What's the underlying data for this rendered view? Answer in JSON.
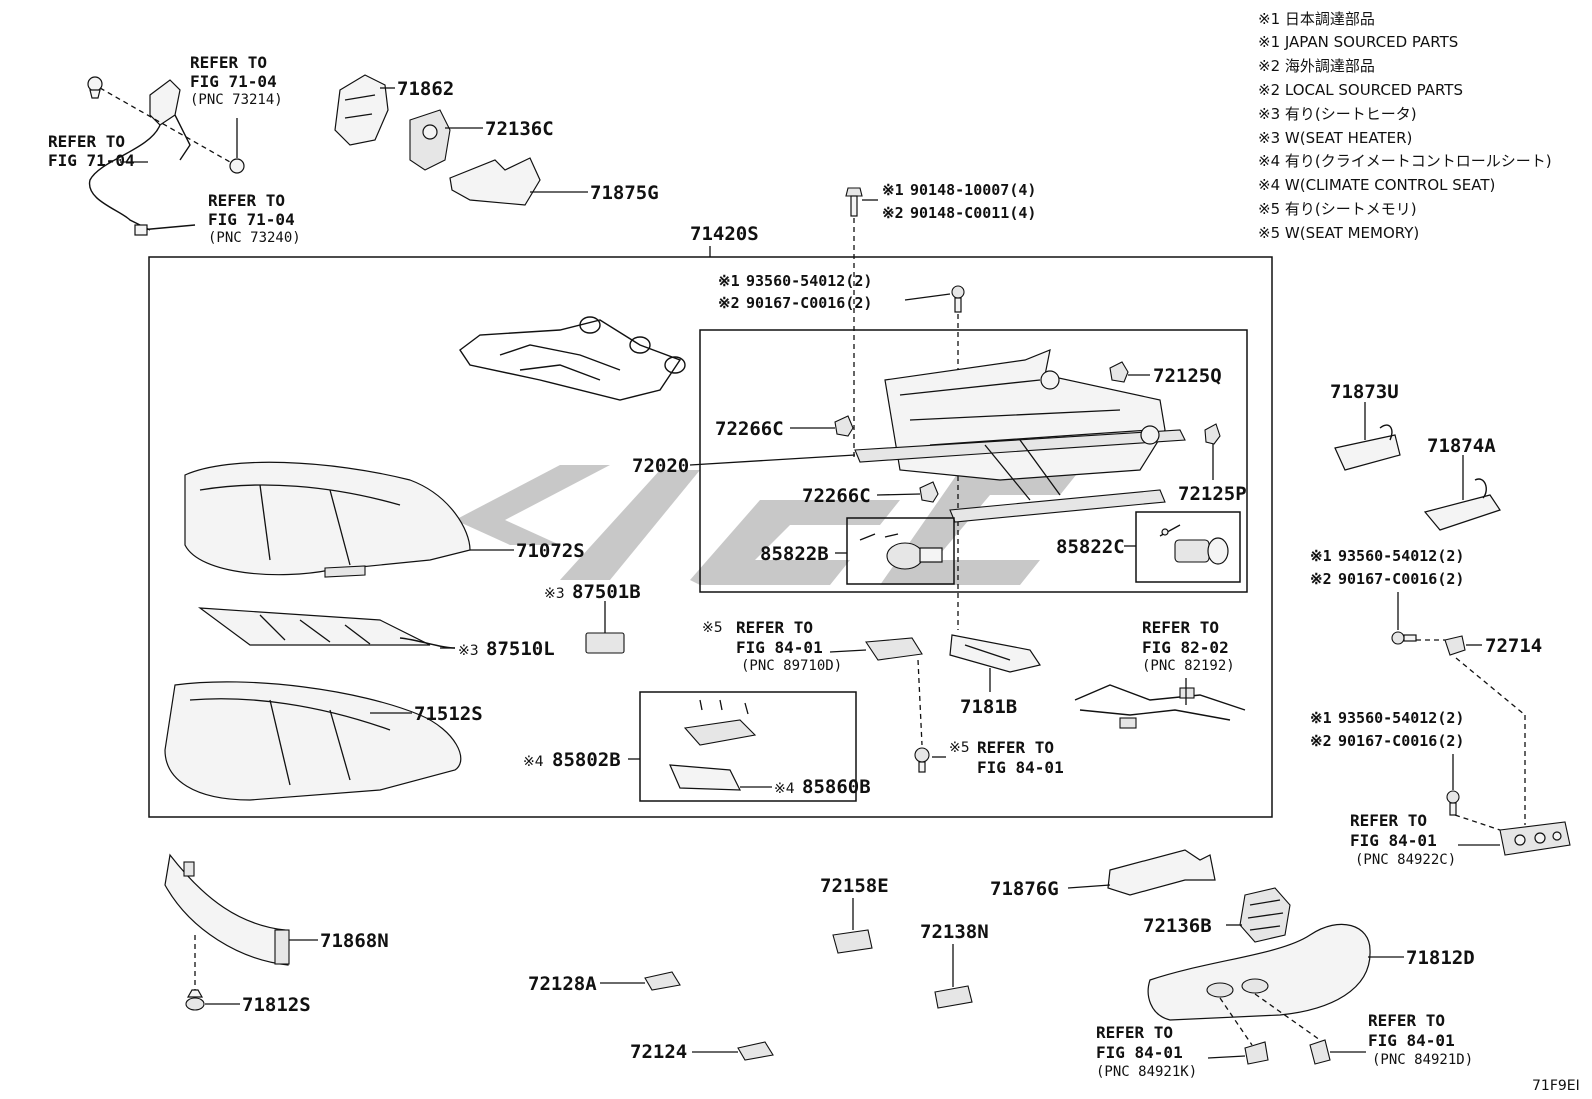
{
  "legend": [
    "※1 日本調達部品",
    "※1 JAPAN SOURCED PARTS",
    "※2 海外調達部品",
    "※2 LOCAL SOURCED PARTS",
    "※3 有り(シートヒータ)",
    "※3 W(SEAT HEATER)",
    "※4 有り(クライメートコントロールシート)",
    "※4 W(CLIMATE CONTROL SEAT)",
    "※5 有り(シートメモリ)",
    "※5 W(SEAT MEMORY)"
  ],
  "parts": {
    "p71862": "71862",
    "p72136C": "72136C",
    "p71875G": "71875G",
    "p71420S": "71420S",
    "p72125Q": "72125Q",
    "p72266C_a": "72266C",
    "p72020": "72020",
    "p72266C_b": "72266C",
    "p72125P": "72125P",
    "p85822B": "85822B",
    "p85822C": "85822C",
    "p71072S": "71072S",
    "p87501B": "87501B",
    "p87510L": "87510L",
    "p71512S": "71512S",
    "p85802B": "85802B",
    "p85860B": "85860B",
    "p7181B": "7181B",
    "p71873U": "71873U",
    "p71874A": "71874A",
    "p72714": "72714",
    "p71868N": "71868N",
    "p71812S": "71812S",
    "p72158E": "72158E",
    "p72138N": "72138N",
    "p71876G": "71876G",
    "p72136B": "72136B",
    "p71812D": "71812D",
    "p72128A": "72128A",
    "p72124": "72124"
  },
  "marks": {
    "m1": "※1",
    "m2": "※2",
    "m3": "※3",
    "m4": "※4",
    "m5": "※5"
  },
  "fasteners": {
    "f90148_10007": "90148-10007(4)",
    "f90148_C0011": "90148-C0011(4)",
    "f93560_54012": "93560-54012(2)",
    "f90167_C0016": "90167-C0016(2)"
  },
  "refs": {
    "refer_to": "REFER TO",
    "fig_71_04": "FIG 71-04",
    "pnc_73214": "(PNC 73214)",
    "pnc_73240": "(PNC 73240)",
    "fig_84_01": "FIG 84-01",
    "pnc_89710D": "(PNC 89710D)",
    "fig_82_02": "FIG 82-02",
    "pnc_82192": "(PNC 82192)",
    "pnc_84922C": "(PNC 84922C)",
    "pnc_84921K": "(PNC 84921K)",
    "pnc_84921D": "(PNC 84921D)"
  },
  "diagram_code": "71F9EI"
}
